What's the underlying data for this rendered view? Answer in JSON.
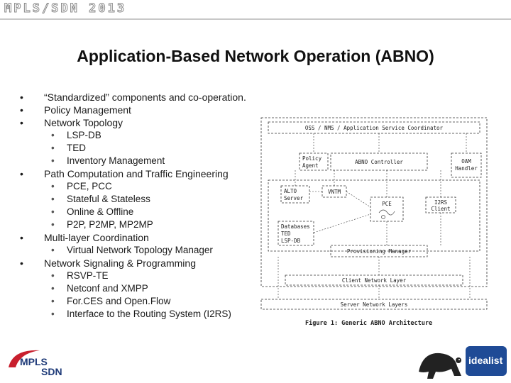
{
  "header": {
    "event_title": "MPLS/SDN 2013"
  },
  "slide": {
    "title": "Application-Based Network Operation (ABNO)",
    "bullets": [
      {
        "text": "“Standardized” components and co-operation.",
        "sub": []
      },
      {
        "text": "Policy Management",
        "sub": []
      },
      {
        "text": "Network Topology",
        "sub": [
          "LSP-DB",
          "TED",
          "Inventory Management"
        ]
      },
      {
        "text": "Path Computation and Traffic Engineering",
        "sub": [
          "PCE, PCC",
          "Stateful & Stateless",
          "Online & Offline",
          "P2P, P2MP, MP2MP"
        ]
      },
      {
        "text": "Multi-layer Coordination",
        "sub": [
          "Virtual Network Topology Manager"
        ]
      },
      {
        "text": "Network Signaling & Programming",
        "sub": [
          "RSVP-TE",
          "Netconf and XMPP",
          "For.CES and Open.Flow",
          "Interface to the Routing System (I2RS)"
        ]
      }
    ]
  },
  "figure": {
    "oss_coordinator": "OSS / NMS / Application Service Coordinator",
    "policy_agent_l1": "Policy",
    "policy_agent_l2": "Agent",
    "abno_controller": "ABNO Controller",
    "oam_handler_l1": "OAM",
    "oam_handler_l2": "Handler",
    "alto_server_l1": "ALTO",
    "alto_server_l2": "Server",
    "vntm": "VNTM",
    "pce": "PCE",
    "i2rs_client_l1": "I2RS",
    "i2rs_client_l2": "Client",
    "databases_l1": "Databases",
    "databases_l2": "TED",
    "databases_l3": "LSP-DB",
    "provisioning_manager": "Provisioning Manager",
    "client_network_layer": "Client Network Layer",
    "server_network_layers": "Server Network Layers",
    "caption": "Figure 1: Generic ABNO Architecture"
  },
  "footer": {
    "logo_left_line1": "MPLS",
    "logo_left_line2": "SDN",
    "logo_right": "idealist"
  }
}
